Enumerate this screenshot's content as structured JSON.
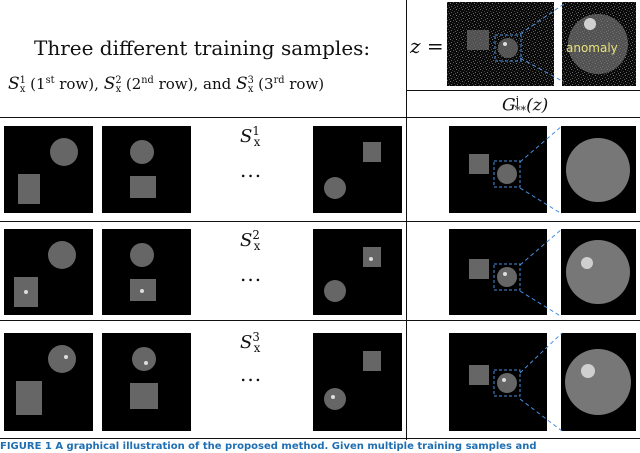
{
  "header": {
    "title": "Three different training samples:",
    "row_legend": {
      "s1": "S",
      "s1_sub": "x",
      "s1_sup": "1",
      "s1_note": "(1",
      "s1_note_sup": "st",
      "s1_note_end": "row),",
      "s2": "S",
      "s2_sub": "x",
      "s2_sup": "2",
      "s2_note": "(2",
      "s2_note_sup": "nd",
      "s2_note_end": "row), and",
      "s3": "S",
      "s3_sub": "x",
      "s3_sup": "3",
      "s3_note": "(3",
      "s3_note_sup": "rd",
      "s3_note_end": "row)"
    },
    "z_label": "z =",
    "anomaly_label": "anomaly",
    "g_label_base": "G",
    "g_label_sub": "**",
    "g_label_sup": "j",
    "g_label_arg": "(z)"
  },
  "rows": [
    {
      "label": "S",
      "label_sub": "x",
      "label_sup": "1",
      "ellipsis": "..."
    },
    {
      "label": "S",
      "label_sub": "x",
      "label_sup": "2",
      "ellipsis": "..."
    },
    {
      "label": "S",
      "label_sub": "x",
      "label_sup": "3",
      "ellipsis": "..."
    }
  ],
  "caption": "FIGURE 1 A graphical illustration of the proposed method. Given multiple training samples and"
}
